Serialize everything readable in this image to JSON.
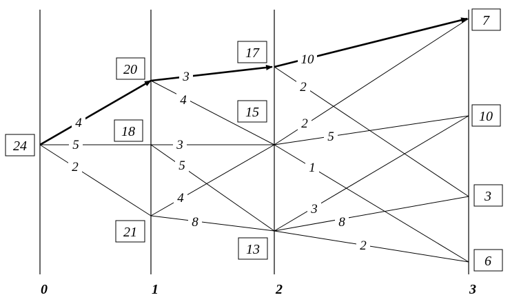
{
  "stages": [
    "0",
    "1",
    "2",
    "3"
  ],
  "nodes": {
    "a": "24",
    "b": "20",
    "c": "18",
    "d": "21",
    "e": "17",
    "f": "15",
    "g": "13",
    "h": "7",
    "i": "10",
    "j": "3",
    "k": "6"
  },
  "edges": {
    "a_b": "4",
    "a_c": "5",
    "a_d": "2",
    "b_e": "3",
    "b_f": "4",
    "c_f": "3",
    "c_g": "5",
    "d_f": "4",
    "d_g": "8",
    "e_h": "10",
    "e_j": "2",
    "f_h": "2",
    "f_i": "5",
    "f_k": "1",
    "g_i": "3",
    "g_j": "8",
    "g_k": "2"
  }
}
